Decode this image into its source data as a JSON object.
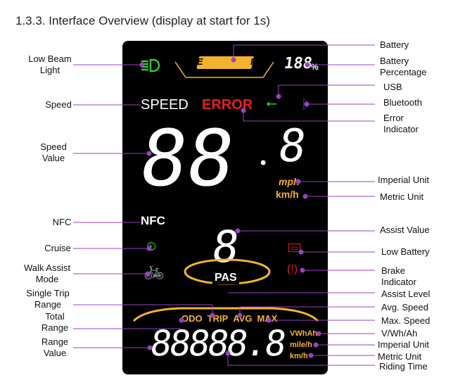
{
  "title": "1.3.3. Interface Overview (display at start for 1s)",
  "display": {
    "battery_e": "E",
    "battery_f": "F",
    "battery_pct": "188",
    "pct_sign": "%",
    "speed": "SPEED",
    "error": "ERROR",
    "speed_digits": "88",
    "speed_decimal": "8",
    "mph": "mph",
    "kmh": "km/h",
    "nfc": "NFC",
    "assist_digit": "8",
    "pas": "PAS",
    "modes": [
      "ODO",
      "TRIP",
      "AVG",
      "MAX"
    ],
    "range_digits": "88888.8",
    "unit_vwh": "VWhAh",
    "unit_mile": "mile/h",
    "unit_km": "km/h"
  },
  "left_labels": [
    "Low Beam Light",
    "Speed",
    "Speed Value",
    "NFC",
    "Cruise",
    "Walk Assist Mode",
    "Single Trip Range",
    "Total Range",
    "Range Value"
  ],
  "right_labels": [
    "Battery",
    "Battery Percentage",
    "USB",
    "Bluetooth",
    "Error Indicator",
    "Imperial Unit",
    "Metric Unit",
    "Assist Value",
    "Low Battery",
    "Brake Indicator",
    "Assist Level",
    "Avg. Speed",
    "Max. Speed",
    "V/Wh/Ah",
    "Imperial Unit",
    "Metric Unit",
    "Riding Time"
  ],
  "colors": {
    "panel": "#000000",
    "accent": "#f4b32c",
    "error": "#e41e26",
    "green": "#2ecc2e",
    "blue": "#1a3cff",
    "leader": "#9b3fc4"
  }
}
